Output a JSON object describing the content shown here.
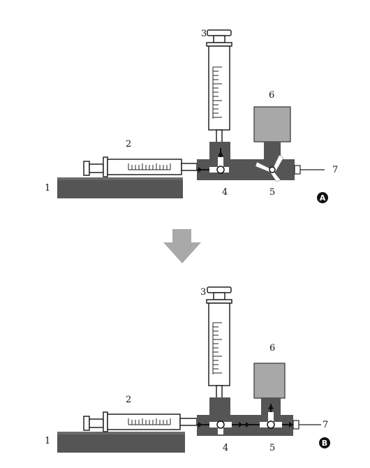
{
  "panels": [
    {
      "id": "A",
      "badge": "A",
      "labels": {
        "pump": "1",
        "syringe_horizontal": "2",
        "syringe_vertical": "3",
        "valve_left": "4",
        "valve_right": "5",
        "reservoir": "6",
        "outlet": "7"
      }
    },
    {
      "id": "B",
      "badge": "B",
      "labels": {
        "pump": "1",
        "syringe_horizontal": "2",
        "syringe_vertical": "3",
        "valve_left": "4",
        "valve_right": "5",
        "reservoir": "6",
        "outlet": "7"
      }
    }
  ],
  "colors": {
    "block": "#555555",
    "block_dark": "#3f3f3f",
    "reservoir": "#a8a8a8",
    "arrow": "#a9a9a9",
    "badge": "#111111"
  }
}
